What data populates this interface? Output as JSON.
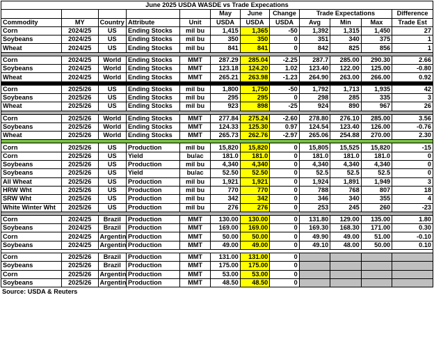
{
  "title": "June 2025 USDA WASDE vs Trade Expecations",
  "header_row1": {
    "may": "May",
    "june": "June",
    "change": "Change",
    "trade": "Trade Expectations",
    "difference": "Difference"
  },
  "header_row2": {
    "commodity": "Commodity",
    "my": "MY",
    "country": "Country",
    "attribute": "Attribute",
    "unit": "Unit",
    "may": "USDA",
    "june": "USDA",
    "change": "USDA",
    "avg": "Avg",
    "min": "Min",
    "max": "Max",
    "diff": "Trade Est"
  },
  "rows": [
    {
      "commodity": "Corn",
      "my": "2024/25",
      "country": "US",
      "attribute": "Ending Stocks",
      "unit": "mil bu",
      "may": "1,415",
      "june": "1,365",
      "change": "-50",
      "avg": "1,392",
      "min": "1,315",
      "max": "1,450",
      "diff": "27"
    },
    {
      "commodity": "Soybeans",
      "my": "2024/25",
      "country": "US",
      "attribute": "Ending Stocks",
      "unit": "mil bu",
      "may": "350",
      "june": "350",
      "change": "0",
      "avg": "351",
      "min": "340",
      "max": "375",
      "diff": "1"
    },
    {
      "commodity": "Wheat",
      "my": "2024/25",
      "country": "US",
      "attribute": "Ending Stocks",
      "unit": "mil bu",
      "may": "841",
      "june": "841",
      "change": "0",
      "avg": "842",
      "min": "825",
      "max": "856",
      "diff": "1"
    },
    {
      "sep": "gray"
    },
    {
      "commodity": "Corn",
      "my": "2024/25",
      "country": "World",
      "attribute": "Ending Stocks",
      "unit": "MMT",
      "may": "287.29",
      "june": "285.04",
      "change": "-2.25",
      "avg": "287.7",
      "min": "285.00",
      "max": "290.30",
      "diff": "2.66"
    },
    {
      "commodity": "Soybeans",
      "my": "2024/25",
      "country": "World",
      "attribute": "Ending Stocks",
      "unit": "MMT",
      "may": "123.18",
      "june": "124.20",
      "change": "1.02",
      "avg": "123.40",
      "min": "122.00",
      "max": "125.00",
      "diff": "-0.80"
    },
    {
      "commodity": "Wheat",
      "my": "2024/25",
      "country": "World",
      "attribute": "Ending Stocks",
      "unit": "MMT",
      "may": "265.21",
      "june": "263.98",
      "change": "-1.23",
      "avg": "264.90",
      "min": "263.00",
      "max": "266.00",
      "diff": "0.92"
    },
    {
      "sep": "black"
    },
    {
      "commodity": "Corn",
      "my": "2025/26",
      "country": "US",
      "attribute": "Ending Stocks",
      "unit": "mil bu",
      "may": "1,800",
      "june": "1,750",
      "change": "-50",
      "avg": "1,792",
      "min": "1,713",
      "max": "1,935",
      "diff": "42"
    },
    {
      "commodity": "Soybeans",
      "my": "2025/26",
      "country": "US",
      "attribute": "Ending Stocks",
      "unit": "mil bu",
      "may": "295",
      "june": "295",
      "change": "0",
      "avg": "298",
      "min": "285",
      "max": "335",
      "diff": "3"
    },
    {
      "commodity": "Wheat",
      "my": "2025/26",
      "country": "US",
      "attribute": "Ending Stocks",
      "unit": "mil bu",
      "may": "923",
      "june": "898",
      "change": "-25",
      "avg": "924",
      "min": "890",
      "max": "967",
      "diff": "26"
    },
    {
      "sep": "gray"
    },
    {
      "commodity": "Corn",
      "my": "2025/26",
      "country": "World",
      "attribute": "Ending Stocks",
      "unit": "MMT",
      "may": "277.84",
      "june": "275.24",
      "change": "-2.60",
      "avg": "278.80",
      "min": "276.10",
      "max": "285.00",
      "diff": "3.56"
    },
    {
      "commodity": "Soybeans",
      "my": "2025/26",
      "country": "World",
      "attribute": "Ending Stocks",
      "unit": "MMT",
      "may": "124.33",
      "june": "125.30",
      "change": "0.97",
      "avg": "124.54",
      "min": "123.40",
      "max": "126.00",
      "diff": "-0.76"
    },
    {
      "commodity": "Wheat",
      "my": "2025/26",
      "country": "World",
      "attribute": "Ending Stocks",
      "unit": "MMT",
      "may": "265.73",
      "june": "262.76",
      "change": "-2.97",
      "avg": "265.06",
      "min": "254.88",
      "max": "270.00",
      "diff": "2.30"
    },
    {
      "sep": "green"
    },
    {
      "commodity": "Corn",
      "my": "2025/26",
      "country": "US",
      "attribute": "Production",
      "unit": "mil bu",
      "may": "15,820",
      "june": "15,820",
      "change": "0",
      "avg": "15,805",
      "min": "15,525",
      "max": "15,820",
      "diff": "-15"
    },
    {
      "commodity": "Corn",
      "my": "2025/26",
      "country": "US",
      "attribute": "Yield",
      "unit": "bu/ac",
      "may": "181.0",
      "june": "181.0",
      "change": "0",
      "avg": "181.0",
      "min": "181.0",
      "max": "181.0",
      "diff": "0"
    },
    {
      "commodity": "Soybeans",
      "my": "2025/26",
      "country": "US",
      "attribute": "Production",
      "unit": "mil bu",
      "may": "4,340",
      "june": "4,340",
      "change": "0",
      "avg": "4,340",
      "min": "4,340",
      "max": "4,340",
      "diff": "0"
    },
    {
      "commodity": "Soybeans",
      "my": "2025/26",
      "country": "US",
      "attribute": "Yield",
      "unit": "bu/ac",
      "may": "52.50",
      "june": "52.50",
      "change": "0",
      "avg": "52.5",
      "min": "52.5",
      "max": "52.5",
      "diff": "0"
    },
    {
      "commodity": "All Wheat",
      "my": "2025/26",
      "country": "US",
      "attribute": "Production",
      "unit": "mil bu",
      "may": "1,921",
      "june": "1,921",
      "change": "0",
      "avg": "1,924",
      "min": "1,891",
      "max": "1,949",
      "diff": "3"
    },
    {
      "commodity": "HRW Wht",
      "my": "2025/26",
      "country": "US",
      "attribute": "Production",
      "unit": "mil bu",
      "may": "770",
      "june": "770",
      "change": "0",
      "avg": "788",
      "min": "768",
      "max": "807",
      "diff": "18"
    },
    {
      "commodity": "SRW Wht",
      "my": "2025/26",
      "country": "US",
      "attribute": "Production",
      "unit": "mil bu",
      "may": "342",
      "june": "342",
      "change": "0",
      "avg": "346",
      "min": "340",
      "max": "355",
      "diff": "4"
    },
    {
      "commodity": "White Winter Wht",
      "my": "2025/26",
      "country": "US",
      "attribute": "Production",
      "unit": "mil bu",
      "may": "276",
      "june": "276",
      "change": "0",
      "avg": "253",
      "min": "245",
      "max": "260",
      "diff": "-23"
    },
    {
      "sep": "gray"
    },
    {
      "commodity": "Corn",
      "my": "2024/25",
      "country": "Brazil",
      "attribute": "Production",
      "unit": "MMT",
      "may": "130.00",
      "june": "130.00",
      "change": "0",
      "avg": "131.80",
      "min": "129.00",
      "max": "135.00",
      "diff": "1.80"
    },
    {
      "commodity": "Soybeans",
      "my": "2024/25",
      "country": "Brazil",
      "attribute": "Production",
      "unit": "MMT",
      "may": "169.00",
      "june": "169.00",
      "change": "0",
      "avg": "169.30",
      "min": "168.30",
      "max": "171.00",
      "diff": "0.30"
    },
    {
      "commodity": "Corn",
      "my": "2024/25",
      "country": "Argentina",
      "attribute": "Production",
      "unit": "MMT",
      "may": "50.00",
      "june": "50.00",
      "change": "0",
      "avg": "49.90",
      "min": "49.00",
      "max": "51.00",
      "diff": "-0.10"
    },
    {
      "commodity": "Soybeans",
      "my": "2024/25",
      "country": "Argentina",
      "attribute": "Production",
      "unit": "MMT",
      "may": "49.00",
      "june": "49.00",
      "change": "0",
      "avg": "49.10",
      "min": "48.00",
      "max": "50.00",
      "diff": "0.10"
    },
    {
      "sep": "white"
    },
    {
      "commodity": "Corn",
      "my": "2025/26",
      "country": "Brazil",
      "attribute": "Production",
      "unit": "MMT",
      "may": "131.00",
      "june": "131.00",
      "change": "0",
      "blank": true
    },
    {
      "commodity": "Soybeans",
      "my": "2025/26",
      "country": "Brazil",
      "attribute": "Production",
      "unit": "MMT",
      "may": "175.00",
      "june": "175.00",
      "change": "0",
      "blank": true
    },
    {
      "commodity": "Corn",
      "my": "2025/26",
      "country": "Argentina",
      "attribute": "Production",
      "unit": "MMT",
      "may": "53.00",
      "june": "53.00",
      "change": "0",
      "blank": true
    },
    {
      "commodity": "Soybeans",
      "my": "2025/26",
      "country": "Argentina",
      "attribute": "Production",
      "unit": "MMT",
      "may": "48.50",
      "june": "48.50",
      "change": "0",
      "blank": true
    }
  ],
  "source": "Source: USDA & Reuters",
  "colors": {
    "highlight": "#ffff00",
    "blank_cell": "#bfbfbf",
    "separator_gray": "#b3b3b3",
    "separator_black": "#000000",
    "separator_green": "#7ac143"
  }
}
